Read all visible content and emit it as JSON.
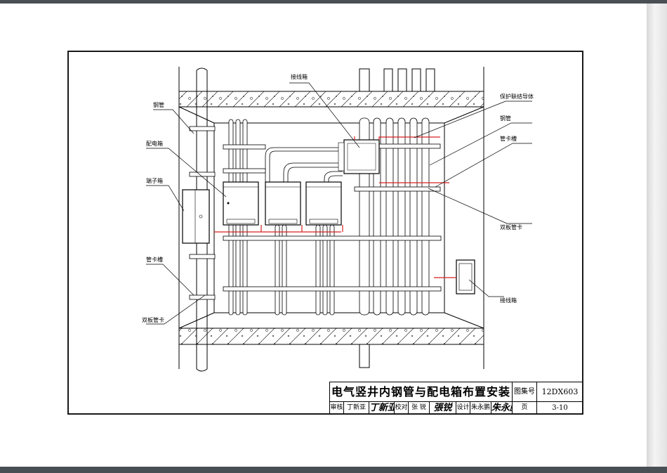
{
  "labels": {
    "junction_box_top": "接线箱",
    "steel_pipe_left": "钢管",
    "distribution_box": "配电箱",
    "terminal_box": "端子箱",
    "clamp_slot_left": "管卡槽",
    "double_clamp_left": "双板管卡",
    "protective_conductor": "保护联结导体",
    "steel_pipe_right": "钢管",
    "clamp_slot_right": "管卡槽",
    "double_clamp_right": "双板管卡",
    "junction_box_bottom": "接线箱"
  },
  "title_block": {
    "title": "电气竖井内钢管与配电箱布置安装",
    "atlas_label": "图集号",
    "atlas_number": "12DX603",
    "review_label": "审核",
    "reviewer": "丁新亚",
    "reviewer_sig": "丁新亚",
    "check_label": "校对",
    "checker": "张 锐",
    "checker_sig": "張锐",
    "design_label": "设计",
    "designer": "朱永鹏",
    "designer_sig": "朱永鹏",
    "page_label": "页",
    "page_number": "3-10"
  },
  "colors": {
    "line": "#000000",
    "conductor": "#d62020",
    "frame_bg": "#ffffff",
    "chrome": "#4a4f55"
  }
}
